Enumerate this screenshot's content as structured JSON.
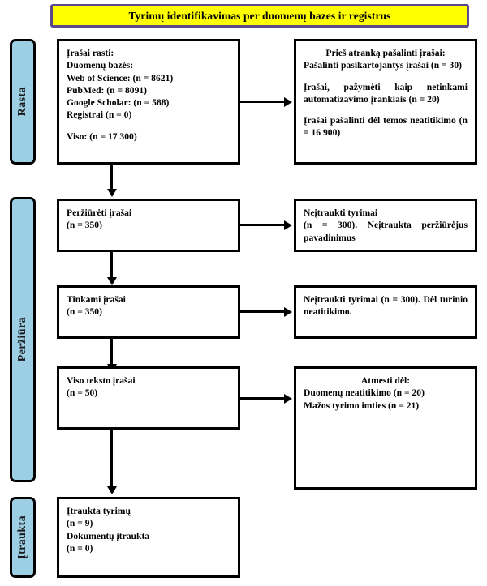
{
  "banner": {
    "title": "Tyrimų identifikavimas per duomenų  bazes ir registrus"
  },
  "phases": [
    {
      "key": "identification",
      "label": "Rasta"
    },
    {
      "key": "screening",
      "label": "Peržiūra"
    },
    {
      "key": "included",
      "label": "Įtraukta"
    }
  ],
  "boxes": {
    "records_identified": {
      "lines": [
        "Įrašai rasti:",
        "Duomenų bazės:",
        "Web of Science: (n = 8621)",
        "PubMed: (n = 8091)",
        "Google Scholar: (n = 588)",
        "Registrai (n = 0)",
        "",
        "Viso: (n = 17 300)"
      ]
    },
    "records_removed": {
      "heading": "Prieš atranką pašalinti įrašai:",
      "lines": [
        "Pašalinti pasikartojantys įrašai (n = 30)",
        "",
        "Įrašai, pažymėti kaip netinkami automatizavimo įrankiais (n = 20)",
        "",
        "Įrašai pašalinti dėl temos neatitikimo (n = 16 900)"
      ]
    },
    "records_screened": {
      "lines": [
        "Peržiūrėti įrašai",
        "(n = 350)"
      ]
    },
    "records_excluded_title": {
      "lines": [
        "Neįtraukti tyrimai",
        "(n = 300). Neįtraukta peržiūrėjus pavadinimus"
      ]
    },
    "records_eligible": {
      "lines": [
        "Tinkami įrašai",
        "(n = 350)"
      ]
    },
    "records_excluded_content": {
      "lines": [
        "Neįtraukti tyrimai (n = 300). Dėl turinio neatitikimo."
      ]
    },
    "fulltext_records": {
      "lines": [
        "Viso  teksto įrašai",
        "(n = 50)"
      ]
    },
    "rejected_reasons": {
      "heading": "Atmesti dėl:",
      "lines": [
        "Duomenų  neatitikimo (n = 20)",
        "Mažos tyrimo imties (n = 21)"
      ]
    },
    "studies_included": {
      "lines": [
        "Įtraukta tyrimų",
        "(n = 9)",
        "Dokumentų įtraukta",
        "(n = 0)"
      ]
    }
  },
  "colors": {
    "banner_fill": "#FFFF00",
    "banner_border": "#5B4A8A",
    "phase_fill": "#9CCEE4",
    "box_border": "#000000",
    "text": "#000000"
  }
}
